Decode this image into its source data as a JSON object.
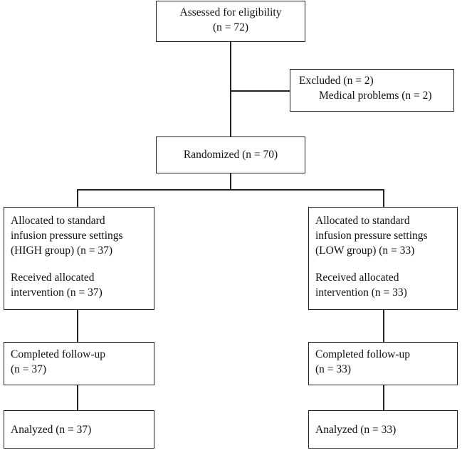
{
  "assessed": {
    "line1": "Assessed for eligibility",
    "line2": "(n = 72)"
  },
  "excluded": {
    "line1": "Excluded (n = 2)",
    "line2": "Medical problems (n = 2)"
  },
  "randomized": {
    "line1": "Randomized (n = 70)"
  },
  "high_group": {
    "line1": "Allocated to standard",
    "line2": "infusion pressure settings",
    "line3": "(HIGH group) (n = 37)",
    "line4": "Received allocated",
    "line5": "intervention (n = 37)",
    "followup_line1": "Completed follow-up",
    "followup_line2": "(n = 37)",
    "analyzed": "Analyzed (n = 37)"
  },
  "low_group": {
    "line1": "Allocated to standard",
    "line2": "infusion pressure settings",
    "line3": "(LOW group) (n = 33)",
    "line4": "Received allocated",
    "line5": "intervention (n = 33)",
    "followup_line1": "Completed follow-up",
    "followup_line2": "(n = 33)",
    "analyzed": "Analyzed (n = 33)"
  }
}
